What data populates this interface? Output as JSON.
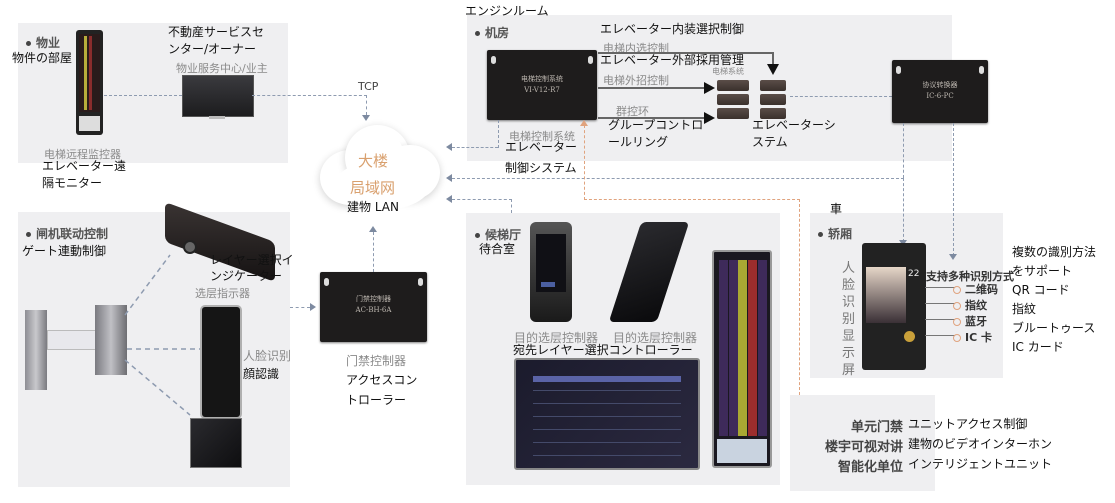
{
  "property": {
    "section_cn": "物业",
    "section_jp": "物件の部屋",
    "service_center_jp_1": "不動産サービスセ",
    "service_center_jp_2": "ンター/オーナー",
    "service_center_cn": "物业服务中心/业主",
    "monitor_cn": "电梯远程监控器",
    "monitor_jp_1": "エレベーター遠",
    "monitor_jp_2": "隔モニター"
  },
  "network": {
    "tcp_label": "TCP",
    "cloud_cn_1": "大楼",
    "cloud_cn_2": "局域网",
    "cloud_jp": "建物 LAN"
  },
  "machine_room": {
    "header_jp": "エンジンルーム",
    "section_cn": "机房",
    "controller_device": {
      "line1": "电梯控制系统",
      "line2": "VI-V12-R7"
    },
    "controller_cn": "电梯控制系统",
    "controller_jp_1": "エレベーター",
    "controller_jp_2": "制御システム",
    "inner_select_jp": "エレベーター内装選択制御",
    "inner_select_cn": "电梯内选控制",
    "outer_call_jp": "エレベーター外部採用管理",
    "outer_call_cn": "电梯外招控制",
    "group_ring_cn": "群控环",
    "group_ring_jp_1": "グループコントロ",
    "group_ring_jp_2": "ールリング",
    "elevator_system_cn": "电梯系统",
    "elevator_system_jp_1": "エレベーターシ",
    "elevator_system_jp_2": "ステム",
    "converter_device": {
      "line1": "协议转换器",
      "line2": "IC-6-PC"
    }
  },
  "gate": {
    "section_cn": "闸机联动控制",
    "section_jp": "ゲート連動制御",
    "floor_indicator_jp_1": "レイヤー選択イ",
    "floor_indicator_jp_2": "ンジケーター",
    "floor_indicator_cn": "选层指示器",
    "face_cn": "人脸识别",
    "face_jp": "顔認識"
  },
  "access_controller": {
    "device": {
      "line1": "门禁控制器",
      "line2": "AC-BH-6A"
    },
    "cn": "门禁控制器",
    "jp_1": "アクセスコン",
    "jp_2": "トローラー"
  },
  "lobby": {
    "section_cn": "候梯厅",
    "section_jp": "待合室",
    "dest_controller_cn_1": "目的选层控制器",
    "dest_controller_cn_2": "目的选层控制器",
    "dest_controller_jp": "宛先レイヤー選択コントローラー"
  },
  "car": {
    "header_jp": "車",
    "section_cn": "轿厢",
    "face_display_cn": "人脸识别显示屏",
    "multi_id_cn": "支持多种识别方式",
    "id_methods_cn": [
      "二维码",
      "指纹",
      "蓝牙",
      "IC 卡"
    ],
    "multi_id_jp_1": "複数の識別方法",
    "multi_id_jp_2": "をサポート",
    "id_methods_jp": [
      "QR コード",
      "指紋",
      "ブルートゥース",
      "IC カード"
    ],
    "screen_floor": "22"
  },
  "units": {
    "items": [
      {
        "cn": "单元门禁",
        "jp": "ユニットアクセス制御"
      },
      {
        "cn": "楼宇可视对讲",
        "jp": "建物のビデオインターホン"
      },
      {
        "cn": "智能化单位",
        "jp": "インテリジェントユニット"
      }
    ]
  },
  "colors": {
    "panel_bg": "#efeff1",
    "cloud_text": "#d9a06e",
    "dashed_line": "#8e9bb0",
    "orange_dashed": "#e0a37e"
  }
}
